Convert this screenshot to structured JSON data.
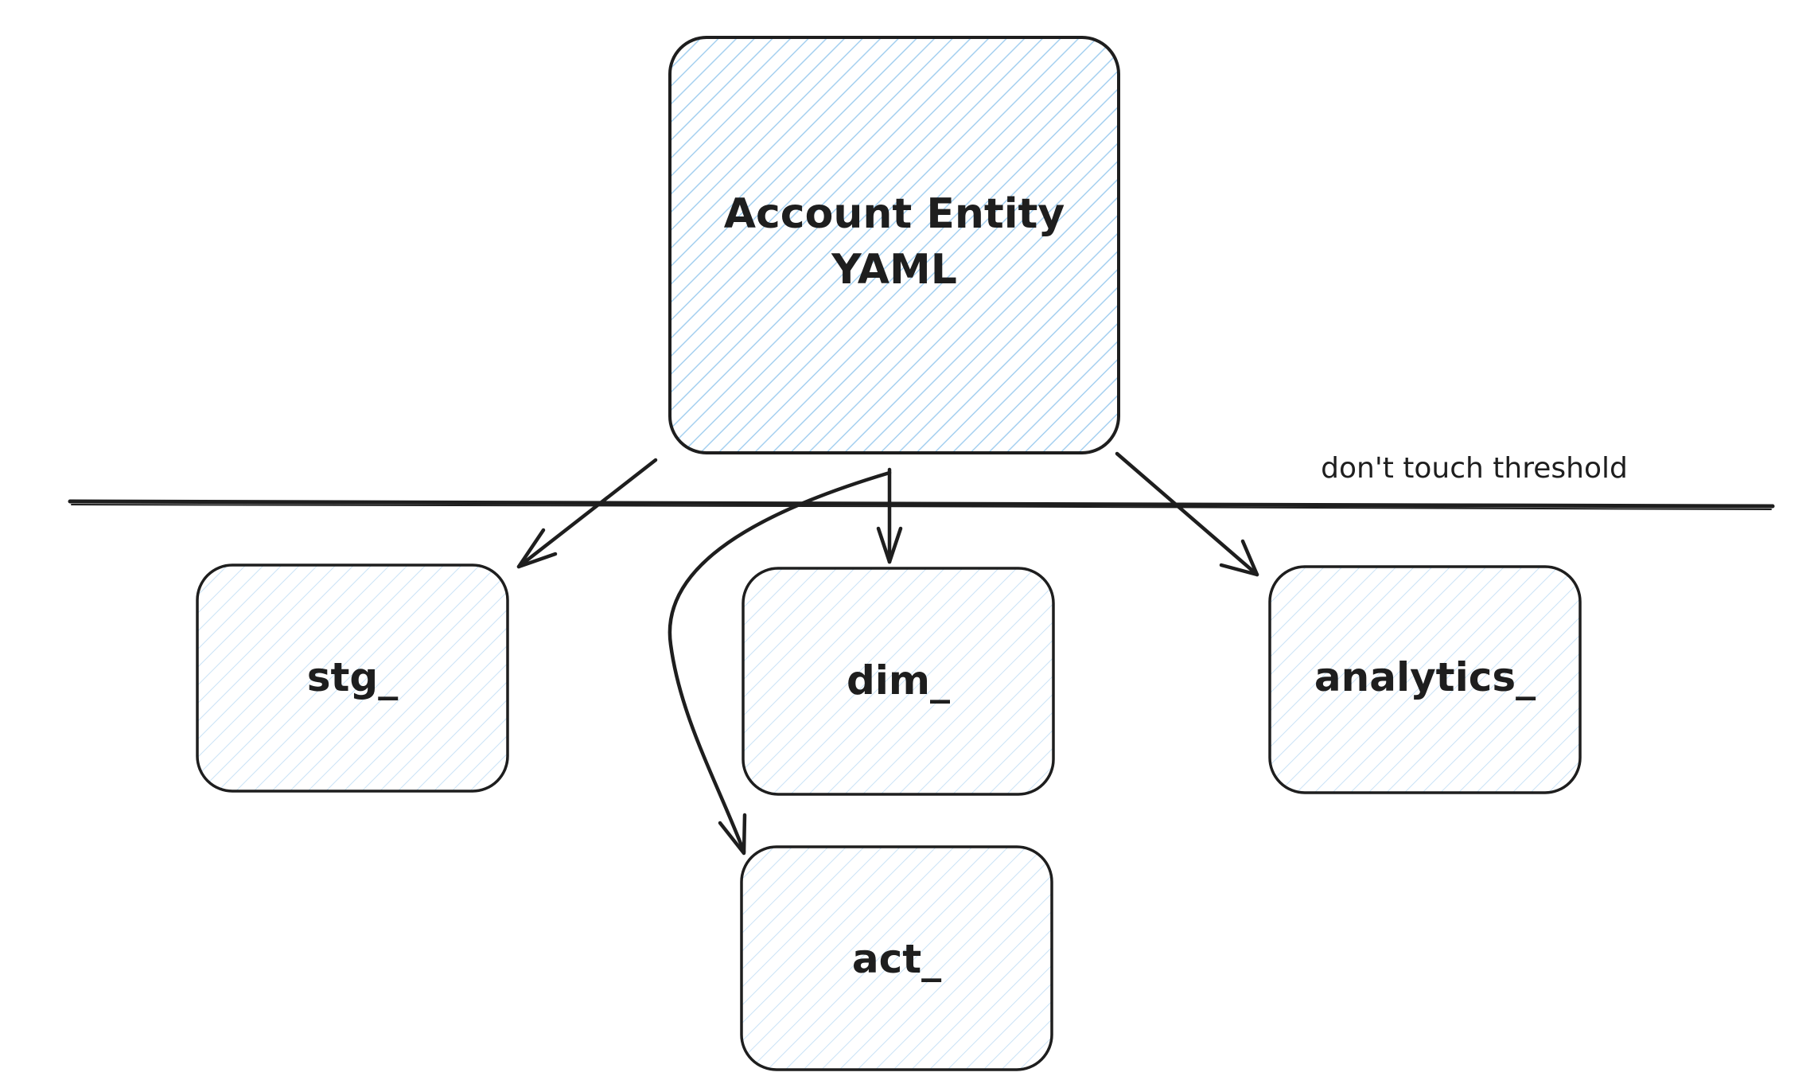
{
  "nodes": {
    "entity_line1": "Account Entity",
    "entity_line2": "YAML",
    "stg": "stg_",
    "dim": "dim_",
    "analytics": "analytics_",
    "act": "act_"
  },
  "threshold": {
    "label": "don't touch threshold"
  },
  "colors": {
    "stroke": "#1e1e1e",
    "hatch_strong": "#a5d0f0",
    "hatch_light": "#c9e2f6"
  }
}
